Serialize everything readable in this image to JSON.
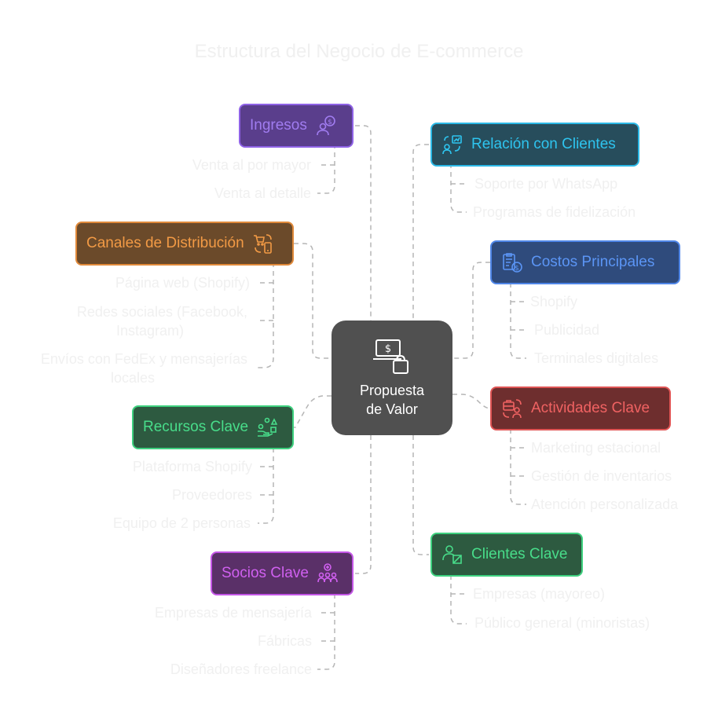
{
  "title": "Estructura del Negocio de E-commerce",
  "center": {
    "label_line1": "Propuesta",
    "label_line2": "de Valor",
    "icon": "laptop-shopping-bag-icon"
  },
  "nodes": {
    "ingresos": {
      "label": "Ingresos",
      "icon": "revenue-person-icon",
      "fill": "#5a3e8c",
      "border": "#8f62e6",
      "text": "#a07cf0",
      "items": [
        "Venta al por mayor",
        "Venta al detalle"
      ]
    },
    "relacion": {
      "label": "Relación con Clientes",
      "icon": "customer-relationship-icon",
      "fill": "#274d5c",
      "border": "#2bb8e6",
      "text": "#2ec4ef",
      "items": [
        "Soporte por WhatsApp",
        "Programas de fidelización"
      ]
    },
    "canales": {
      "label": "Canales de Distribución",
      "icon": "cart-phone-icon",
      "fill": "#6b4a2a",
      "border": "#e0893a",
      "text": "#f29a45",
      "items": [
        "Página web (Shopify)",
        "Redes sociales (Facebook,",
        "Instagram)",
        "Envíos con FedEx y mensajerías",
        "locales"
      ]
    },
    "costos": {
      "label": "Costos Principales",
      "icon": "receipt-cost-icon",
      "fill": "#2f4b7c",
      "border": "#4f86e8",
      "text": "#5b95f5",
      "items": [
        "Shopify",
        "Publicidad",
        "Terminales digitales"
      ]
    },
    "actividades": {
      "label": "Actividades Clave",
      "icon": "briefcase-person-icon",
      "fill": "#6e2e2e",
      "border": "#e05555",
      "text": "#f06262",
      "items": [
        "Marketing estacional",
        "Gestión de inventarios",
        "Atención personalizada"
      ]
    },
    "recursos": {
      "label": "Recursos Clave",
      "icon": "resources-icon",
      "fill": "#2d5a40",
      "border": "#3ed17f",
      "text": "#48dd8a",
      "items": [
        "Plataforma Shopify",
        "Proveedores",
        "Equipo de 2 personas"
      ]
    },
    "clientes": {
      "label": "Clientes Clave",
      "icon": "key-customers-icon",
      "fill": "#2d5a40",
      "border": "#3ed17f",
      "text": "#48dd8a",
      "items": [
        "Empresas (mayoreo)",
        "Público general (minoristas)"
      ]
    },
    "socios": {
      "label": "Socios Clave",
      "icon": "partners-icon",
      "fill": "#5a3068",
      "border": "#c455e6",
      "text": "#d060f0",
      "items": [
        "Empresas de mensajería",
        "Fábricas",
        "Diseñadores freelance"
      ]
    }
  }
}
